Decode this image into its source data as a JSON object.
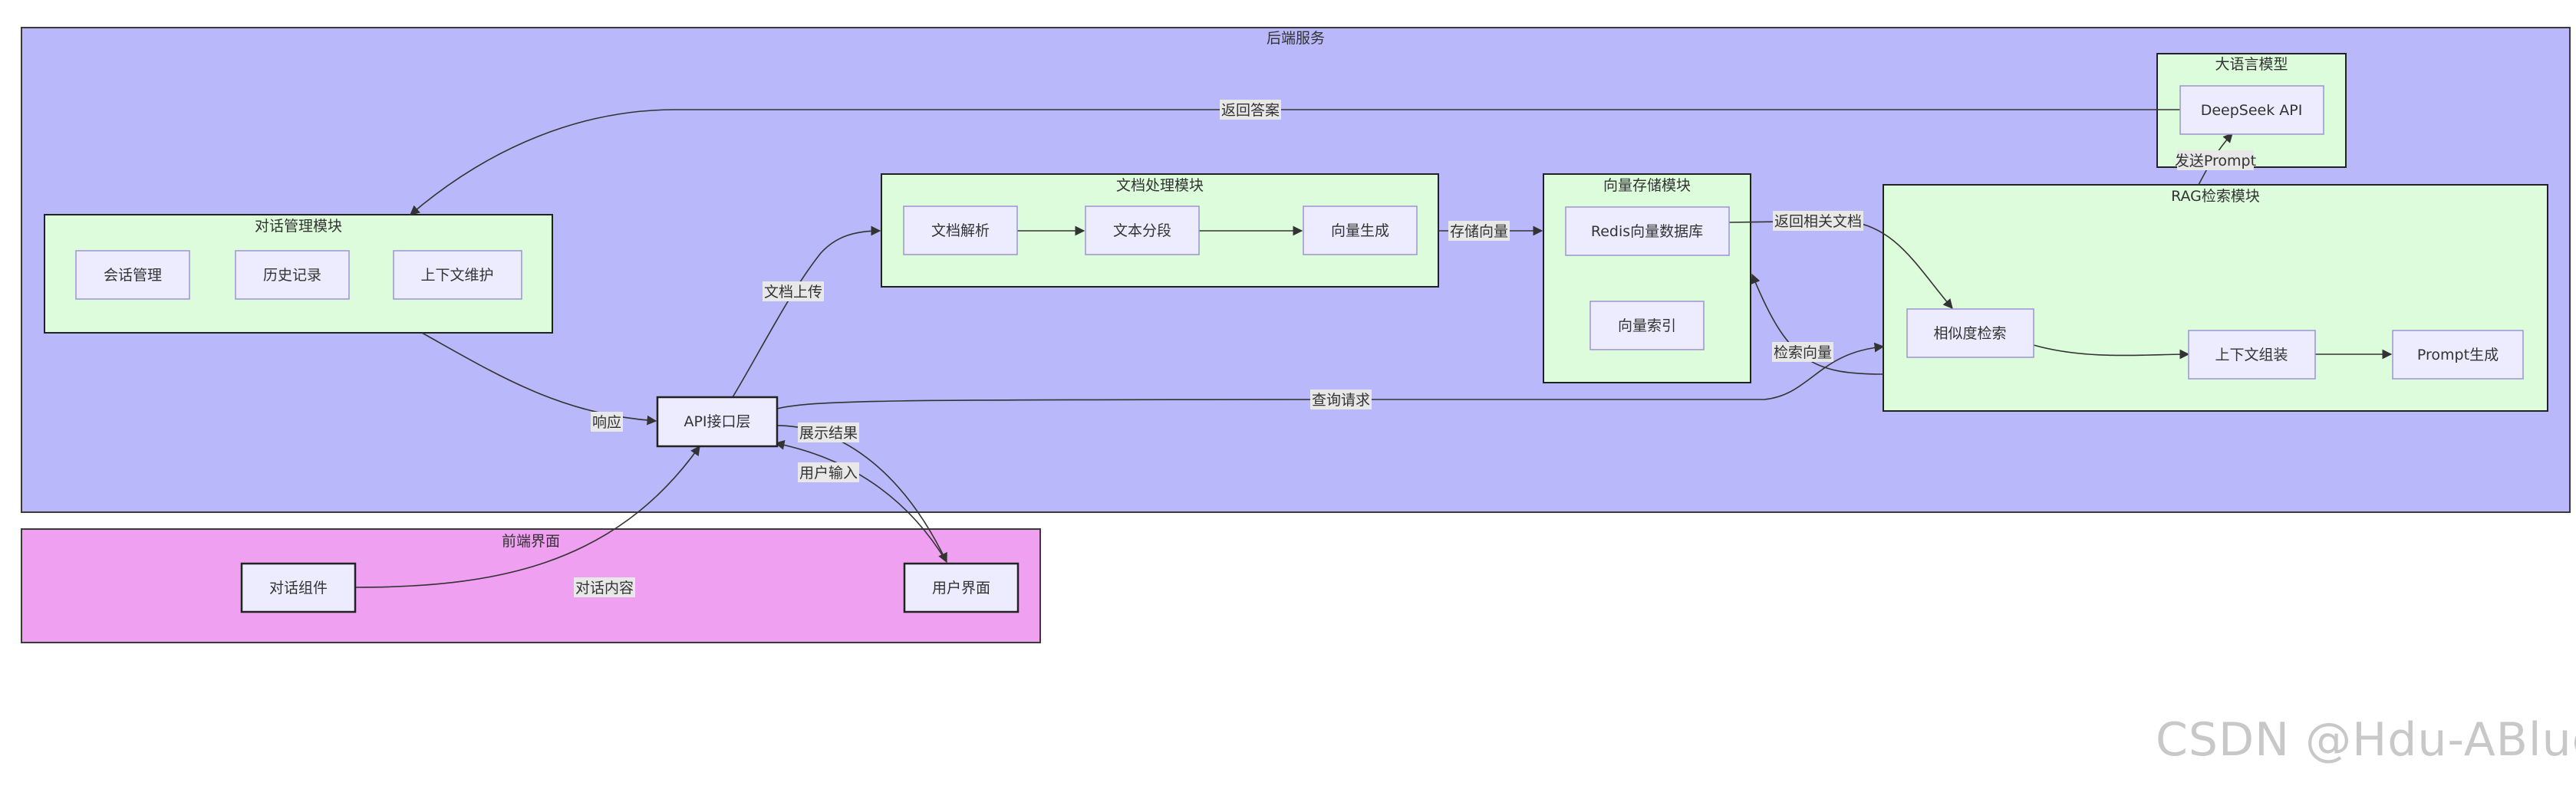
{
  "colors": {
    "backend_fill": "#b8b8fa",
    "backend_stroke": "#3a3a3a",
    "frontend_fill": "#f0a0f0",
    "frontend_stroke": "#3a3a3a",
    "module_fill": "#dcfcdc",
    "module_stroke": "#222222",
    "node_fill": "#ececfe",
    "node_stroke": "#9b95d0",
    "edge": "#333333",
    "label_bg": "#e8e8e8",
    "watermark": "#c8c8c8"
  },
  "groups": {
    "backend": "后端服务",
    "frontend": "前端界面",
    "dialog_module": "对话管理模块",
    "doc_module": "文档处理模块",
    "vector_module": "向量存储模块",
    "llm_module": "大语言模型",
    "rag_module": "RAG检索模块"
  },
  "nodes": {
    "session_mgmt": "会话管理",
    "history": "历史记录",
    "context_maint": "上下文维护",
    "doc_parse": "文档解析",
    "text_split": "文本分段",
    "vector_gen": "向量生成",
    "redis_db": "Redis向量数据库",
    "vector_index": "向量索引",
    "deepseek_api": "DeepSeek API",
    "similarity_search": "相似度检索",
    "context_assembly": "上下文组装",
    "prompt_gen": "Prompt生成",
    "api_layer": "API接口层",
    "dialog_component": "对话组件",
    "user_interface": "用户界面"
  },
  "edge_labels": {
    "return_answer": "返回答案",
    "send_prompt": "发送Prompt",
    "store_vector": "存储向量",
    "return_docs": "返回相关文档",
    "doc_upload": "文档上传",
    "search_vector": "检索向量",
    "query_request": "查询请求",
    "response": "响应",
    "show_result": "展示结果",
    "user_input": "用户输入",
    "dialog_content": "对话内容"
  },
  "watermark": "CSDN @Hdu-ABlue"
}
